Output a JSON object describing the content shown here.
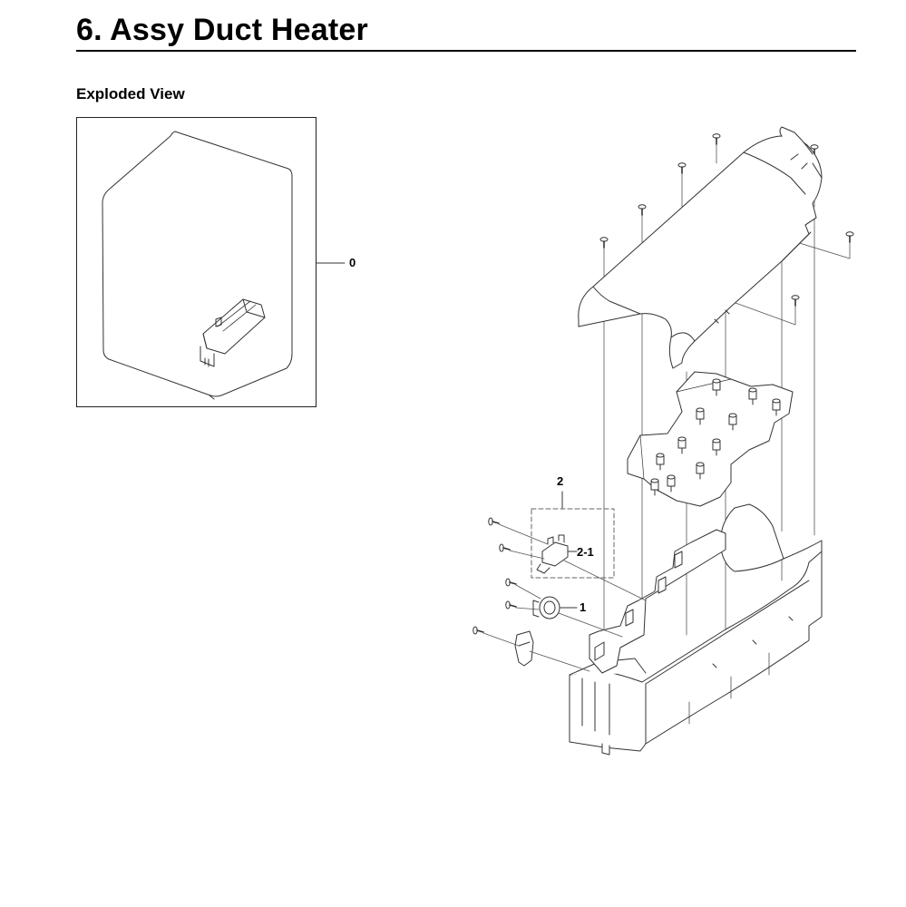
{
  "page": {
    "title": "6.  Assy Duct Heater",
    "section": "Exploded View"
  },
  "callouts": {
    "assembly": "0",
    "part_1": "1",
    "part_2": "2",
    "part_2_1": "2-1"
  },
  "colors": {
    "ink": "#000000",
    "line": "#333333",
    "fill": "#ffffff"
  }
}
